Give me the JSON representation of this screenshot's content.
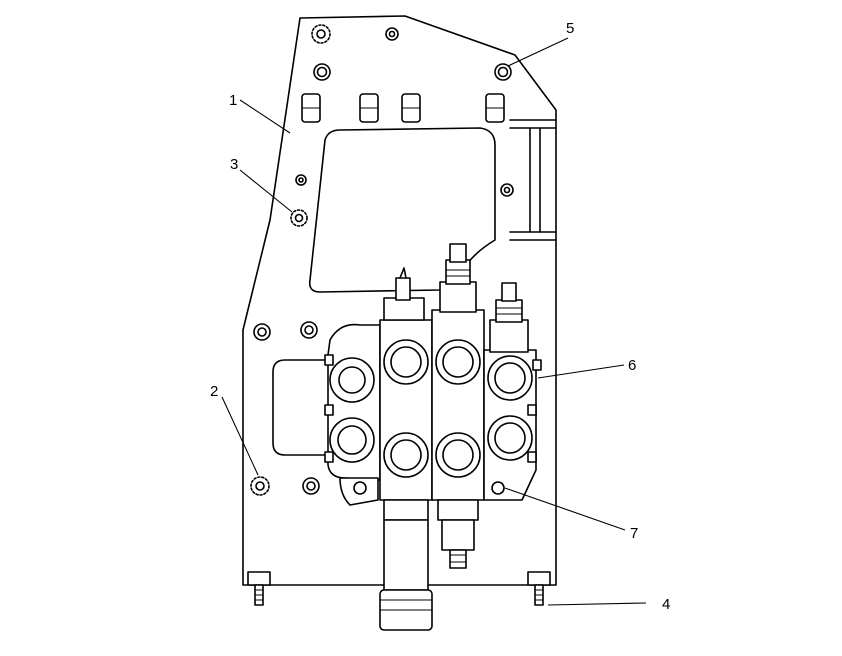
{
  "diagram": {
    "callouts": [
      {
        "id": "c1",
        "label": "1"
      },
      {
        "id": "c2",
        "label": "2"
      },
      {
        "id": "c3",
        "label": "3"
      },
      {
        "id": "c4",
        "label": "4"
      },
      {
        "id": "c5",
        "label": "5"
      },
      {
        "id": "c6",
        "label": "6"
      },
      {
        "id": "c7",
        "label": "7"
      }
    ]
  }
}
